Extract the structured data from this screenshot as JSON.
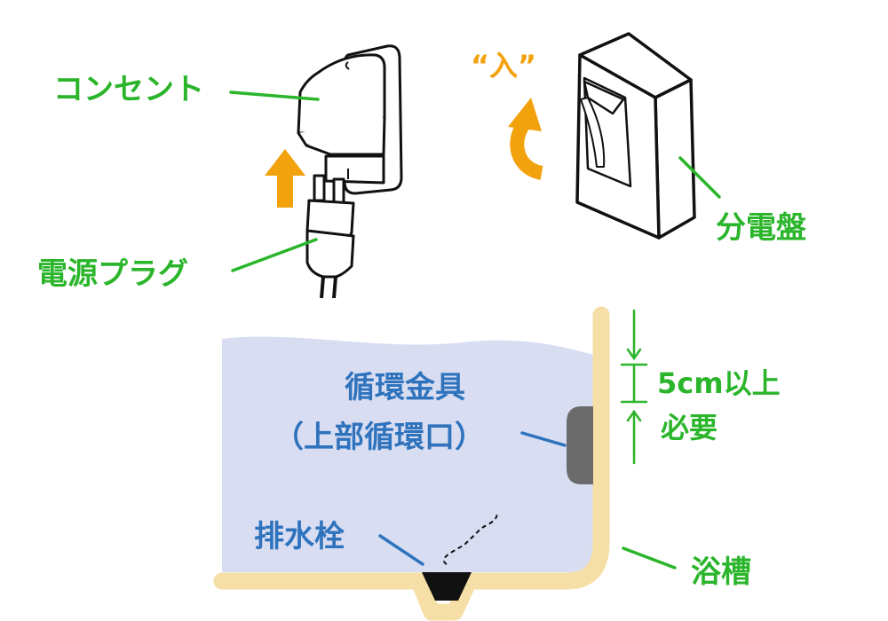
{
  "labels": {
    "outlet": "コンセント",
    "power_plug": "電源プラグ",
    "switch_on": "“入”",
    "breaker_box": "分電盤",
    "circulation_fitting_line1": "循環金具",
    "circulation_fitting_line2": "（上部循環口）",
    "drain_plug": "排水栓",
    "bathtub": "浴槽",
    "clearance_value": "5cm以上",
    "clearance_required": "必要"
  },
  "colors": {
    "green_label": "#2bb52b",
    "blue_label": "#2f73bd",
    "orange_arrow": "#f2a20c",
    "water": "#d8ddf2",
    "tub_wall": "#f6dfa6",
    "outline": "#111111",
    "fitting_gray": "#6b6b6b"
  },
  "icons": {
    "outlet": "wall-outlet-icon",
    "plug": "power-plug-icon",
    "breaker": "breaker-box-icon",
    "arrow_up": "arrow-up-icon",
    "curved_arrow": "curved-arrow-icon"
  }
}
